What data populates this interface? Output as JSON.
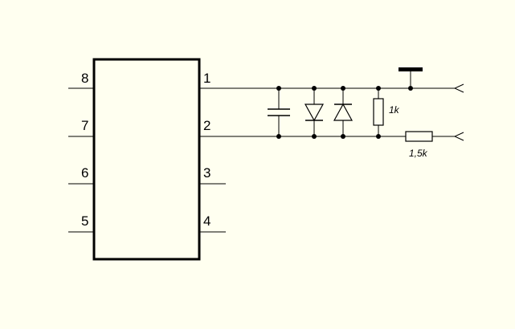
{
  "diagram": {
    "type": "electrical-schematic",
    "ic": {
      "left_pins": [
        "8",
        "7",
        "6",
        "5"
      ],
      "right_pins": [
        "1",
        "2",
        "3",
        "4"
      ]
    },
    "components": {
      "resistor_shunt_value": "1k",
      "resistor_series_value": "1,5k"
    },
    "colors": {
      "background": "#fffff0",
      "ink": "#000000"
    }
  }
}
